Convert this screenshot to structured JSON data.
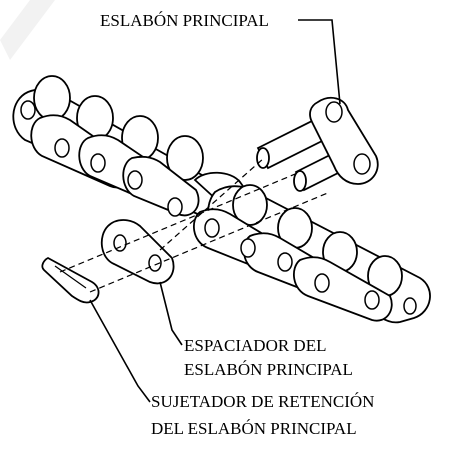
{
  "labels": {
    "master_link": "ESLABÓN PRINCIPAL",
    "spacer_line1": "ESPACIADOR DEL",
    "spacer_line2": "ESLABÓN PRINCIPAL",
    "clip_line1": "SUJETADOR DE RETENCIÓN",
    "clip_line2": "DEL ESLABÓN PRINCIPAL"
  }
}
